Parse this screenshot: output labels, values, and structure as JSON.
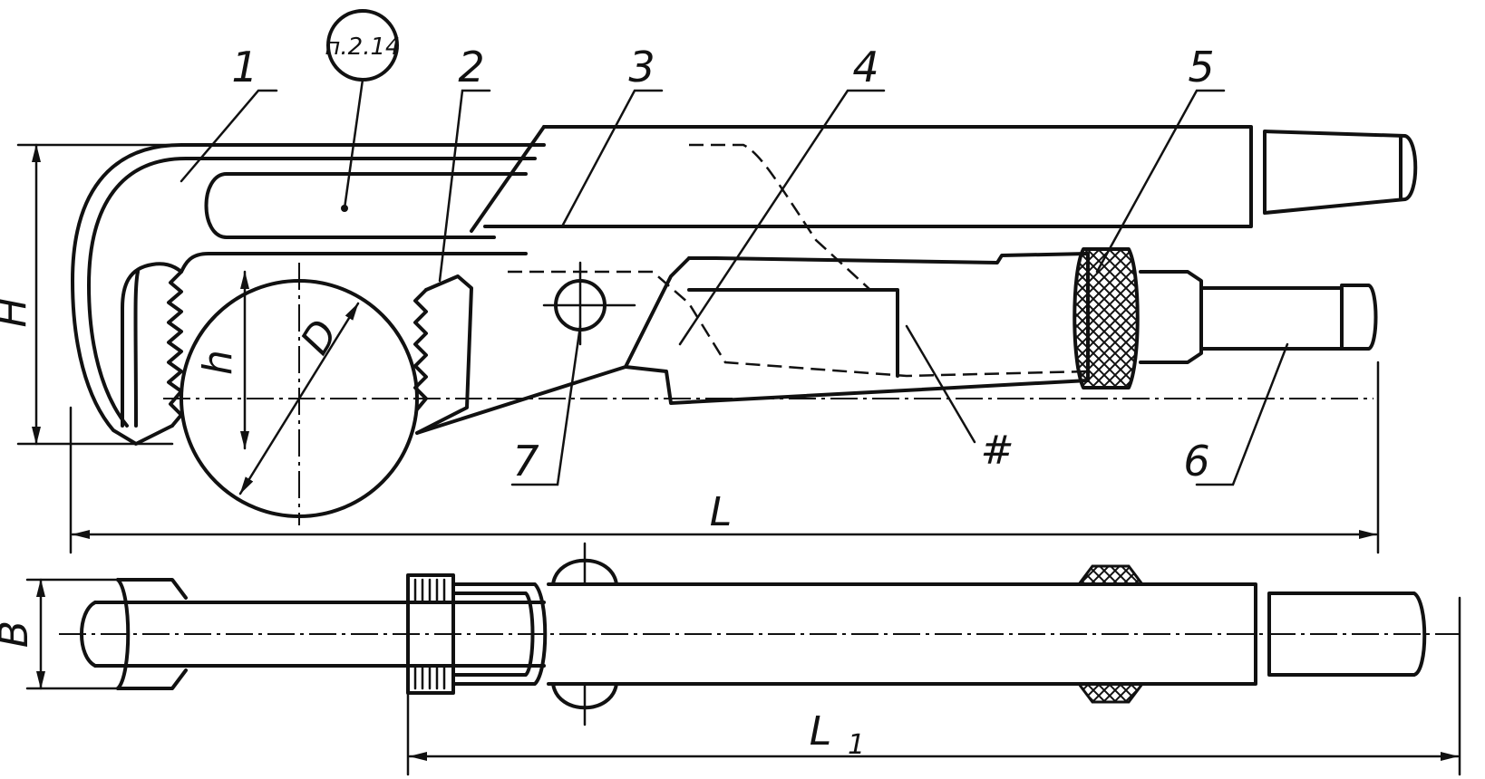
{
  "stamp": "п.2.14",
  "parts": [
    "1",
    "2",
    "3",
    "4",
    "5",
    "6",
    "7"
  ],
  "dimensions": {
    "H": "H",
    "h": "h",
    "D": "D",
    "L": "L",
    "B": "B",
    "L1": "L",
    "L1_sub": "1"
  },
  "fit_symbol": "#"
}
